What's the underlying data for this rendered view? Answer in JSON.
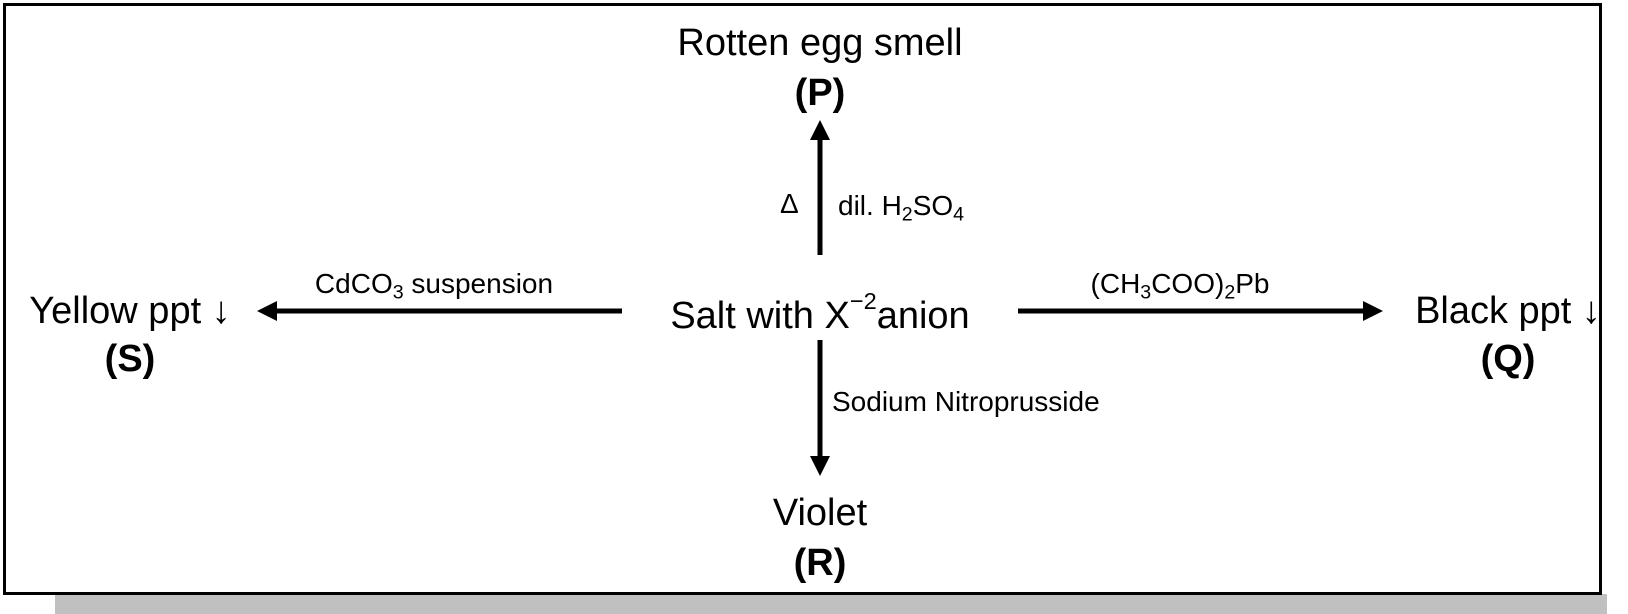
{
  "center": {
    "salt_prefix": "Salt with X",
    "charge": "−2",
    "suffix": "anion"
  },
  "top": {
    "product": "Rotten egg smell",
    "label": "(P)",
    "condition_left": "Δ",
    "reagent_prefix": "dil. H",
    "reagent_sub1": "2",
    "reagent_mid": "SO",
    "reagent_sub2": "4"
  },
  "right": {
    "product": "Black ppt ↓",
    "label": "(Q)",
    "reagent_prefix": "(CH",
    "reagent_sub1": "3",
    "reagent_mid": "COO)",
    "reagent_sub2": "2",
    "reagent_suffix": "Pb"
  },
  "bottom": {
    "product": "Violet",
    "label": "(R)",
    "reagent": "Sodium Nitroprusside"
  },
  "left": {
    "product": "Yellow ppt ↓",
    "label": "(S)",
    "reagent_prefix": "CdCO",
    "reagent_sub": "3",
    "reagent_suffix": " suspension"
  },
  "colors": {
    "ink": "#000000",
    "shadow": "#c0c0c0",
    "background": "#ffffff"
  }
}
